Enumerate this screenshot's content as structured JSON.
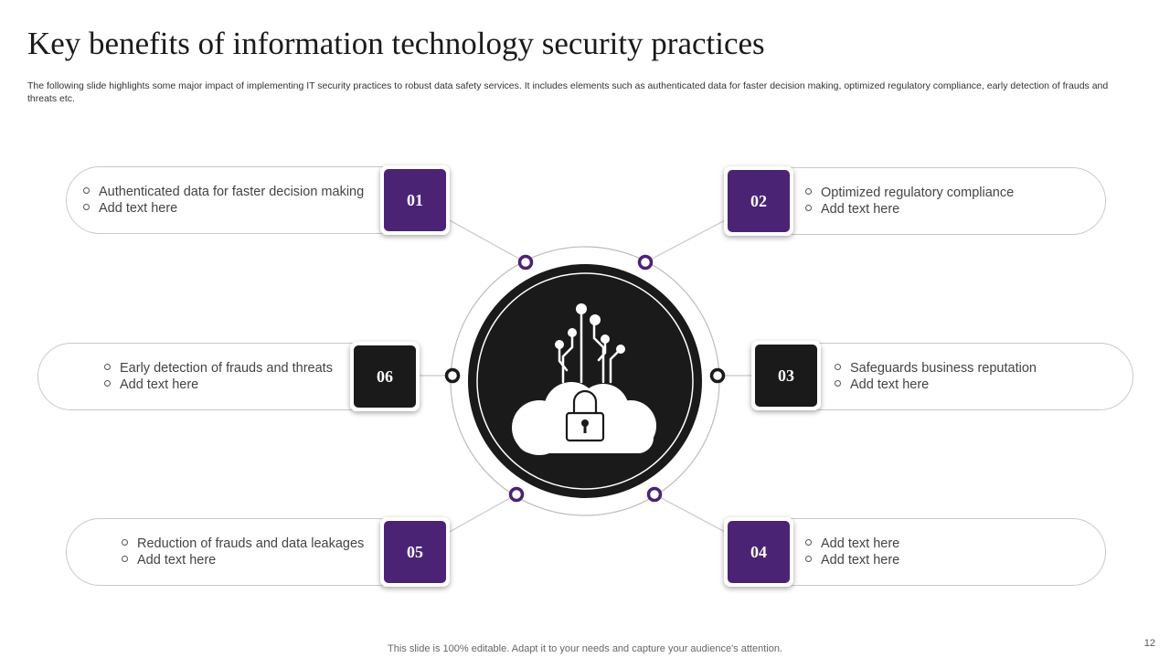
{
  "slide": {
    "title": "Key benefits of information technology security practices",
    "subtitle": "The following slide highlights some major impact of implementing IT security practices to robust data safety services. It includes elements such as authenticated data for faster decision making, optimized regulatory compliance, early detection of frauds and threats etc.",
    "footer": "This slide is 100% editable. Adapt it to your needs and capture your audience's attention.",
    "page_number": "12"
  },
  "colors": {
    "purple": "#4b2374",
    "dark": "#1a1a1a",
    "ring": "#b8b8b8"
  },
  "icons": {
    "center": "cloud-lock-circuit-icon",
    "connector_dot": "ring-dot-icon"
  },
  "items": [
    {
      "number": "01",
      "line1": "Authenticated data for faster decision making",
      "line2": "Add text here"
    },
    {
      "number": "02",
      "line1": "Optimized regulatory compliance",
      "line2": "Add text here"
    },
    {
      "number": "03",
      "line1": "Safeguards business reputation",
      "line2": "Add text here"
    },
    {
      "number": "04",
      "line1": "Add text here",
      "line2": "Add text here"
    },
    {
      "number": "05",
      "line1": "Reduction of frauds and data leakages",
      "line2": "Add text here"
    },
    {
      "number": "06",
      "line1": "Early detection of frauds and threats",
      "line2": "Add text here"
    }
  ]
}
